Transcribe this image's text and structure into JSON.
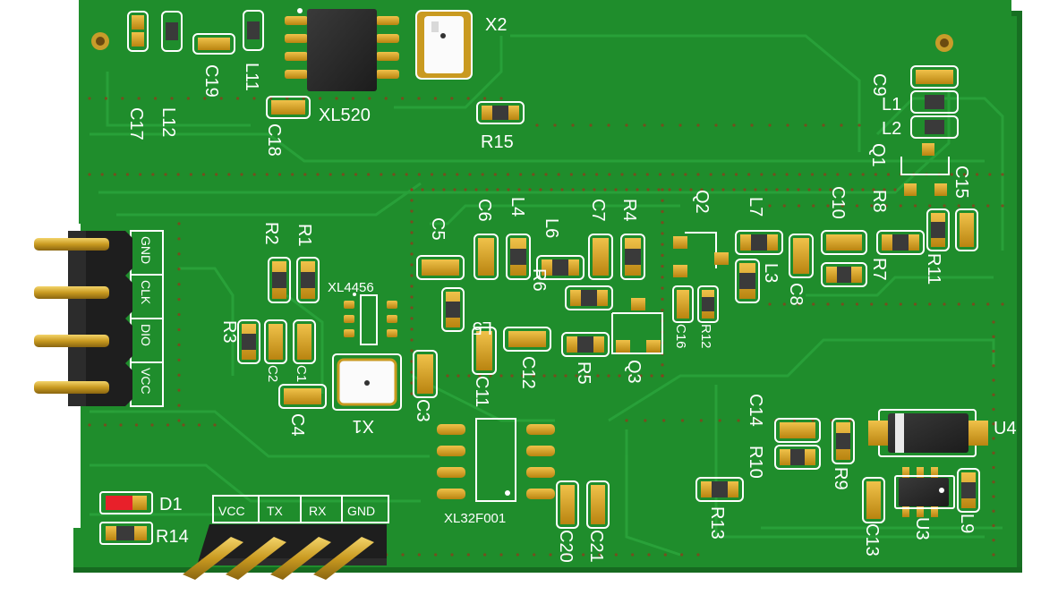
{
  "colors": {
    "board": "#1d8a2a",
    "board_dark": "#167320",
    "trace": "#24a035",
    "pad": "#d9a324",
    "pad_ring": "#ffffff",
    "chip": "#2b2b2b",
    "resistor": "#3c3c3c",
    "led": "#e8202a",
    "pin_gold": "#d9b23a",
    "header_body": "#202020"
  },
  "modules": {
    "osc_top": "XL520",
    "crystal_top": "X2",
    "rf_ic": "XL4456",
    "crystal_bottom": "X1",
    "mcu": "XL32F001",
    "regulator": "U4",
    "ic_u3": "U3"
  },
  "header_left_pins": [
    "GND",
    "CLK",
    "DIO",
    "VCC"
  ],
  "header_bottom_pins": [
    "VCC",
    "TX",
    "RX",
    "GND"
  ],
  "designators": {
    "C17": "C17",
    "L12": "L12",
    "C19": "C19",
    "L11": "L11",
    "C18": "C18",
    "R15": "R15",
    "C9": "C9",
    "L1": "L1",
    "L2": "L2",
    "Q1": "Q1",
    "C15": "C15",
    "R8": "R8",
    "R11": "R11",
    "C10": "C10",
    "L7": "L7",
    "Q2": "Q2",
    "R4": "R4",
    "C7": "C7",
    "L6": "L6",
    "L4": "L4",
    "C6": "C6",
    "C5": "C5",
    "R2": "R2",
    "R1": "R1",
    "R3": "R3",
    "C2": "C2",
    "C1": "C1",
    "C4": "C4",
    "C3": "C3",
    "L5": "L5",
    "C11": "C11",
    "C12": "C12",
    "R6": "R6",
    "R5": "R5",
    "Q3": "Q3",
    "C16": "C16",
    "R12": "R12",
    "L3": "L3",
    "C8": "C8",
    "R7": "R7",
    "C14": "C14",
    "R10": "R10",
    "R9": "R9",
    "C13": "C13",
    "L9": "L9",
    "R13": "R13",
    "C20": "C20",
    "C21": "C21",
    "D1": "D1",
    "R14": "R14"
  }
}
